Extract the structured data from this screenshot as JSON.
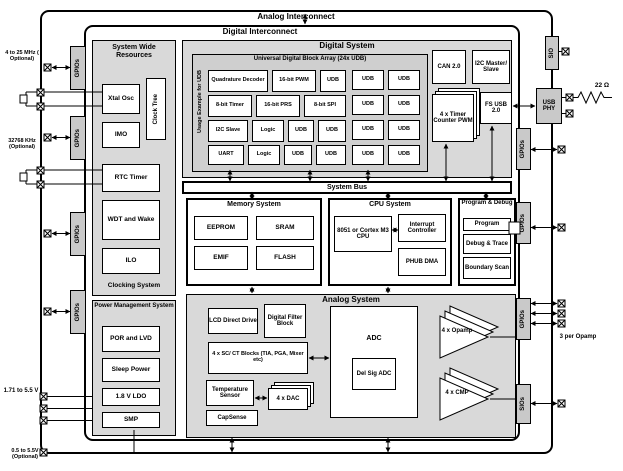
{
  "interconnect": {
    "analog": "Analog Interconnect",
    "digital": "Digital Interconnect"
  },
  "system_wide": {
    "title": "System Wide Resources",
    "xtal": "Xtal Osc",
    "clock_tree": "Clock Tree",
    "imo": "IMO",
    "rtc": "RTC Timer",
    "wdt": "WDT and Wake",
    "ilo": "ILO",
    "footer": "Clocking System"
  },
  "power": {
    "title": "Power Management System",
    "por": "POR and LVD",
    "sleep": "Sleep Power",
    "ldo": "1.8 V LDO",
    "smp": "SMP"
  },
  "digital_system": {
    "title": "Digital System",
    "udb_title": "Universal Digital Block Array (24x UDB)",
    "usage": "Usage Example for UDB",
    "blocks": {
      "quad": "Quadrature Decoder",
      "pwm": "16-bit PWM",
      "timer8": "8-bit Timer",
      "prs": "16-bit PRS",
      "i2c_slave": "I2C Slave",
      "spi": "8-bit SPI",
      "logic": "Logic",
      "uart": "UART",
      "udb": "UDB"
    },
    "can": "CAN 2.0",
    "i2c": "I2C Master/ Slave",
    "timer_counter": "4 x Timer Counter PWM",
    "usb": "FS USB 2.0"
  },
  "system_bus": "System Bus",
  "memory": {
    "title": "Memory System",
    "eeprom": "EEPROM",
    "sram": "SRAM",
    "emif": "EMIF",
    "flash": "FLASH"
  },
  "cpu": {
    "title": "CPU System",
    "core": "8051 or Cortex M3 CPU",
    "interrupt": "Interrupt Controller",
    "phub": "PHUB DMA"
  },
  "debug": {
    "title": "Program & Debug",
    "program": "Program",
    "trace": "Debug & Trace",
    "boundary": "Boundary Scan"
  },
  "analog": {
    "title": "Analog System",
    "lcd": "LCD Direct Drive",
    "dfb": "Digital Filter Block",
    "adc": "ADC",
    "delsig": "Del Sig ADC",
    "scct": "4 x SC/ CT Blocks (TIA, PGA, Mixer etc)",
    "temp": "Temperature Sensor",
    "dac": "4 x DAC",
    "capsense": "CapSense",
    "opamp": "4 x Opamp",
    "cmp": "4 x CMP"
  },
  "pins": {
    "left": [
      "GPIOs",
      "GPIOs",
      "GPIOs",
      "GPIOs"
    ],
    "sio_top": "SIO",
    "usb_phy": "USB PHY",
    "right_gpio_1": "GPIOs",
    "right_gpio_2": "GPIOs",
    "right_gpio_3": "GPIOs",
    "sio_bottom": "SIOs"
  },
  "annotations": {
    "mhz": "4 to 25 MHz ( Optional)",
    "khz": "32768 KHz (Optional)",
    "vdd": "1.71 to 5.5 V",
    "smp": "0.5 to 5.5V (Optional)",
    "resistor": "22 Ω",
    "opamp_note": "3 per Opamp"
  },
  "colors": {
    "panel": "#d9d9d9",
    "udb_panel": "#cfcfcf",
    "pin": "#c9c9c9",
    "line": "#000000",
    "bg": "#ffffff"
  }
}
